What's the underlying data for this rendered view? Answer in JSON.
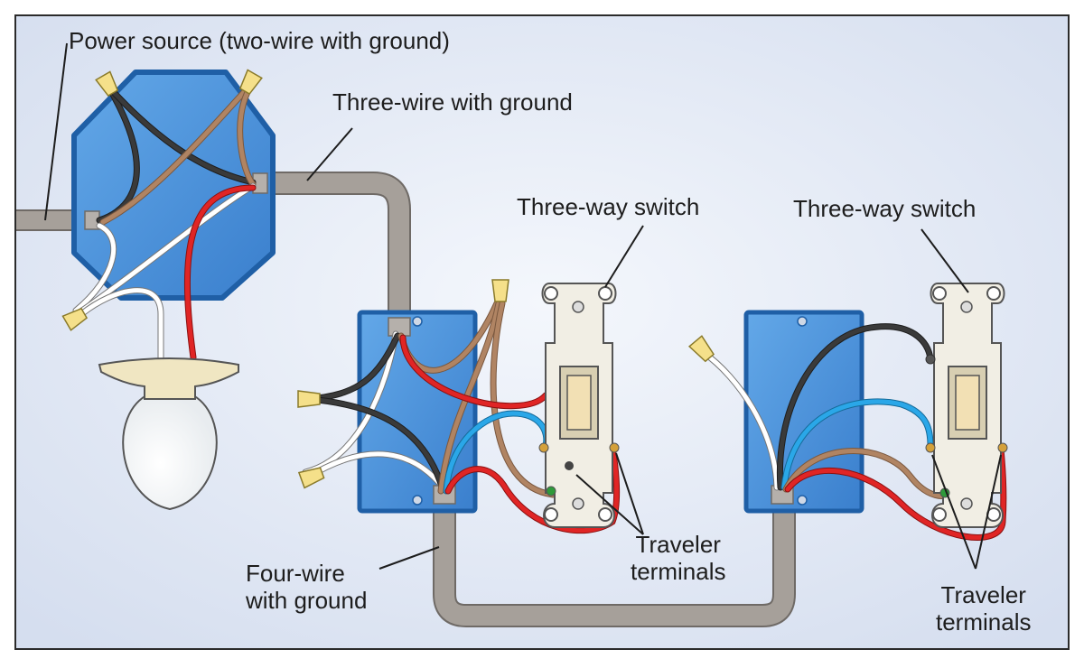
{
  "labels": {
    "power_source": "Power source (two-wire with ground)",
    "three_wire": "Three-wire with ground",
    "switch_1": "Three-way switch",
    "switch_2": "Three-way switch",
    "four_wire_1": "Four-wire",
    "four_wire_2": "with ground",
    "traveler_1a": "Traveler",
    "traveler_1b": "terminals",
    "traveler_2a": "Traveler",
    "traveler_2b": "terminals"
  },
  "colors": {
    "background": "#dfe6f3",
    "box_blue": "#4a90d9",
    "box_edge": "#1f5fa6",
    "conduit": "#a6a09a",
    "wire_black": "#3a3a3a",
    "wire_tan": "#b08463",
    "wire_red": "#e02525",
    "wire_blue": "#2aa7e8",
    "wire_white": "#ffffff",
    "wire_nut": "#f5e08a",
    "switch_body": "#f1eee4",
    "bulb_base": "#f0e6c2"
  }
}
